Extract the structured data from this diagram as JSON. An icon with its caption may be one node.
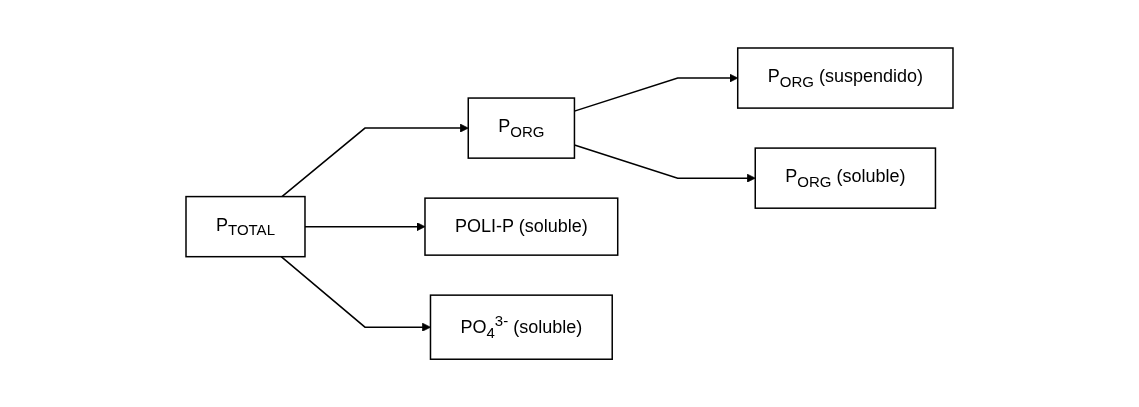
{
  "diagram": {
    "nodes": [
      {
        "text": [
          "P$_{TOTAL}$"
        ]
      },
      {
        "text": [
          "P$_{ORG}$"
        ]
      },
      {
        "text": [
          "POLI-P (soluble)"
        ]
      },
      {
        "text": [
          "PO$_{4}$$^{3-}$ (soluble)"
        ]
      },
      {
        "text": [
          "P$_{ORG}$ (suspendido)"
        ]
      },
      {
        "text": [
          "P$_{ORG}$ (soluble)"
        ]
      }
    ],
    "edges": [
      {
        "from": 0,
        "to": 1,
        "arrow": "to"
      },
      {
        "from": 0,
        "to": 2,
        "arrow": "to"
      },
      {
        "from": 0,
        "to": 3,
        "arrow": "to"
      },
      {
        "from": 1,
        "to": 4,
        "arrow": "to"
      },
      {
        "from": 1,
        "to": 5,
        "arrow": "to"
      }
    ]
  }
}
